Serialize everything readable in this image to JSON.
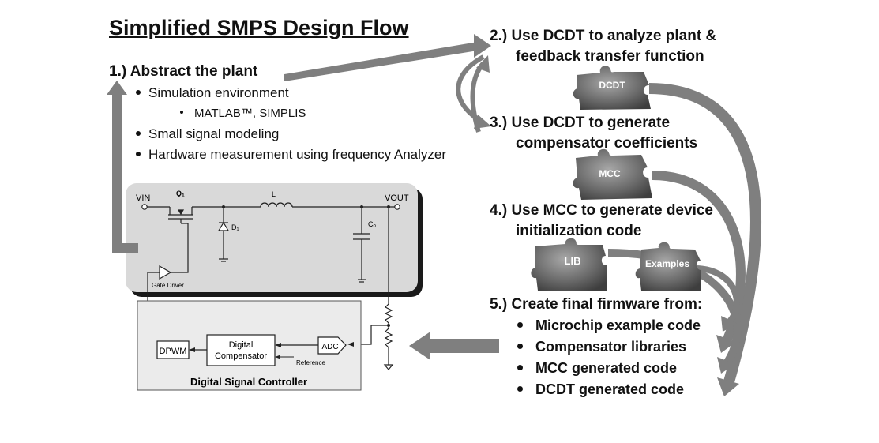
{
  "title": "Simplified SMPS Design Flow",
  "step1": {
    "heading": "1.) Abstract the plant",
    "bullets": [
      "Simulation environment",
      "Small signal modeling",
      "Hardware measurement using frequency Analyzer"
    ],
    "sub_bullet": "MATLAB™, SIMPLIS"
  },
  "step2": {
    "line1": "2.) Use DCDT to analyze plant &",
    "line2": "feedback transfer function"
  },
  "step3": {
    "line1": "3.) Use DCDT to generate",
    "line2": "compensator coefficients"
  },
  "step4": {
    "line1": "4.) Use MCC to generate device",
    "line2": "initialization code"
  },
  "step5": {
    "heading": "5.) Create final firmware from:",
    "bullets": [
      "Microchip example code",
      "Compensator libraries",
      "MCC generated code",
      "DCDT generated code"
    ]
  },
  "puzzles": {
    "dcdt": "DCDT",
    "mcc": "MCC",
    "lib": "LIB",
    "examples": "Examples"
  },
  "circuit": {
    "vin": "VIN",
    "vout": "VOUT",
    "q1": "Q₁",
    "inductor": "L",
    "diode": "D₁",
    "cap": "Cₒ",
    "gate_driver": "Gate Driver",
    "dpwm": "DPWM",
    "comp_line1": "Digital",
    "comp_line2": "Compensator",
    "adc": "ADC",
    "reference": "Reference",
    "dsc": "Digital Signal Controller"
  },
  "colors": {
    "arrow": "#7f7f7f",
    "panel": "#d9d9d9",
    "puzzle": "#6e6e6e"
  }
}
